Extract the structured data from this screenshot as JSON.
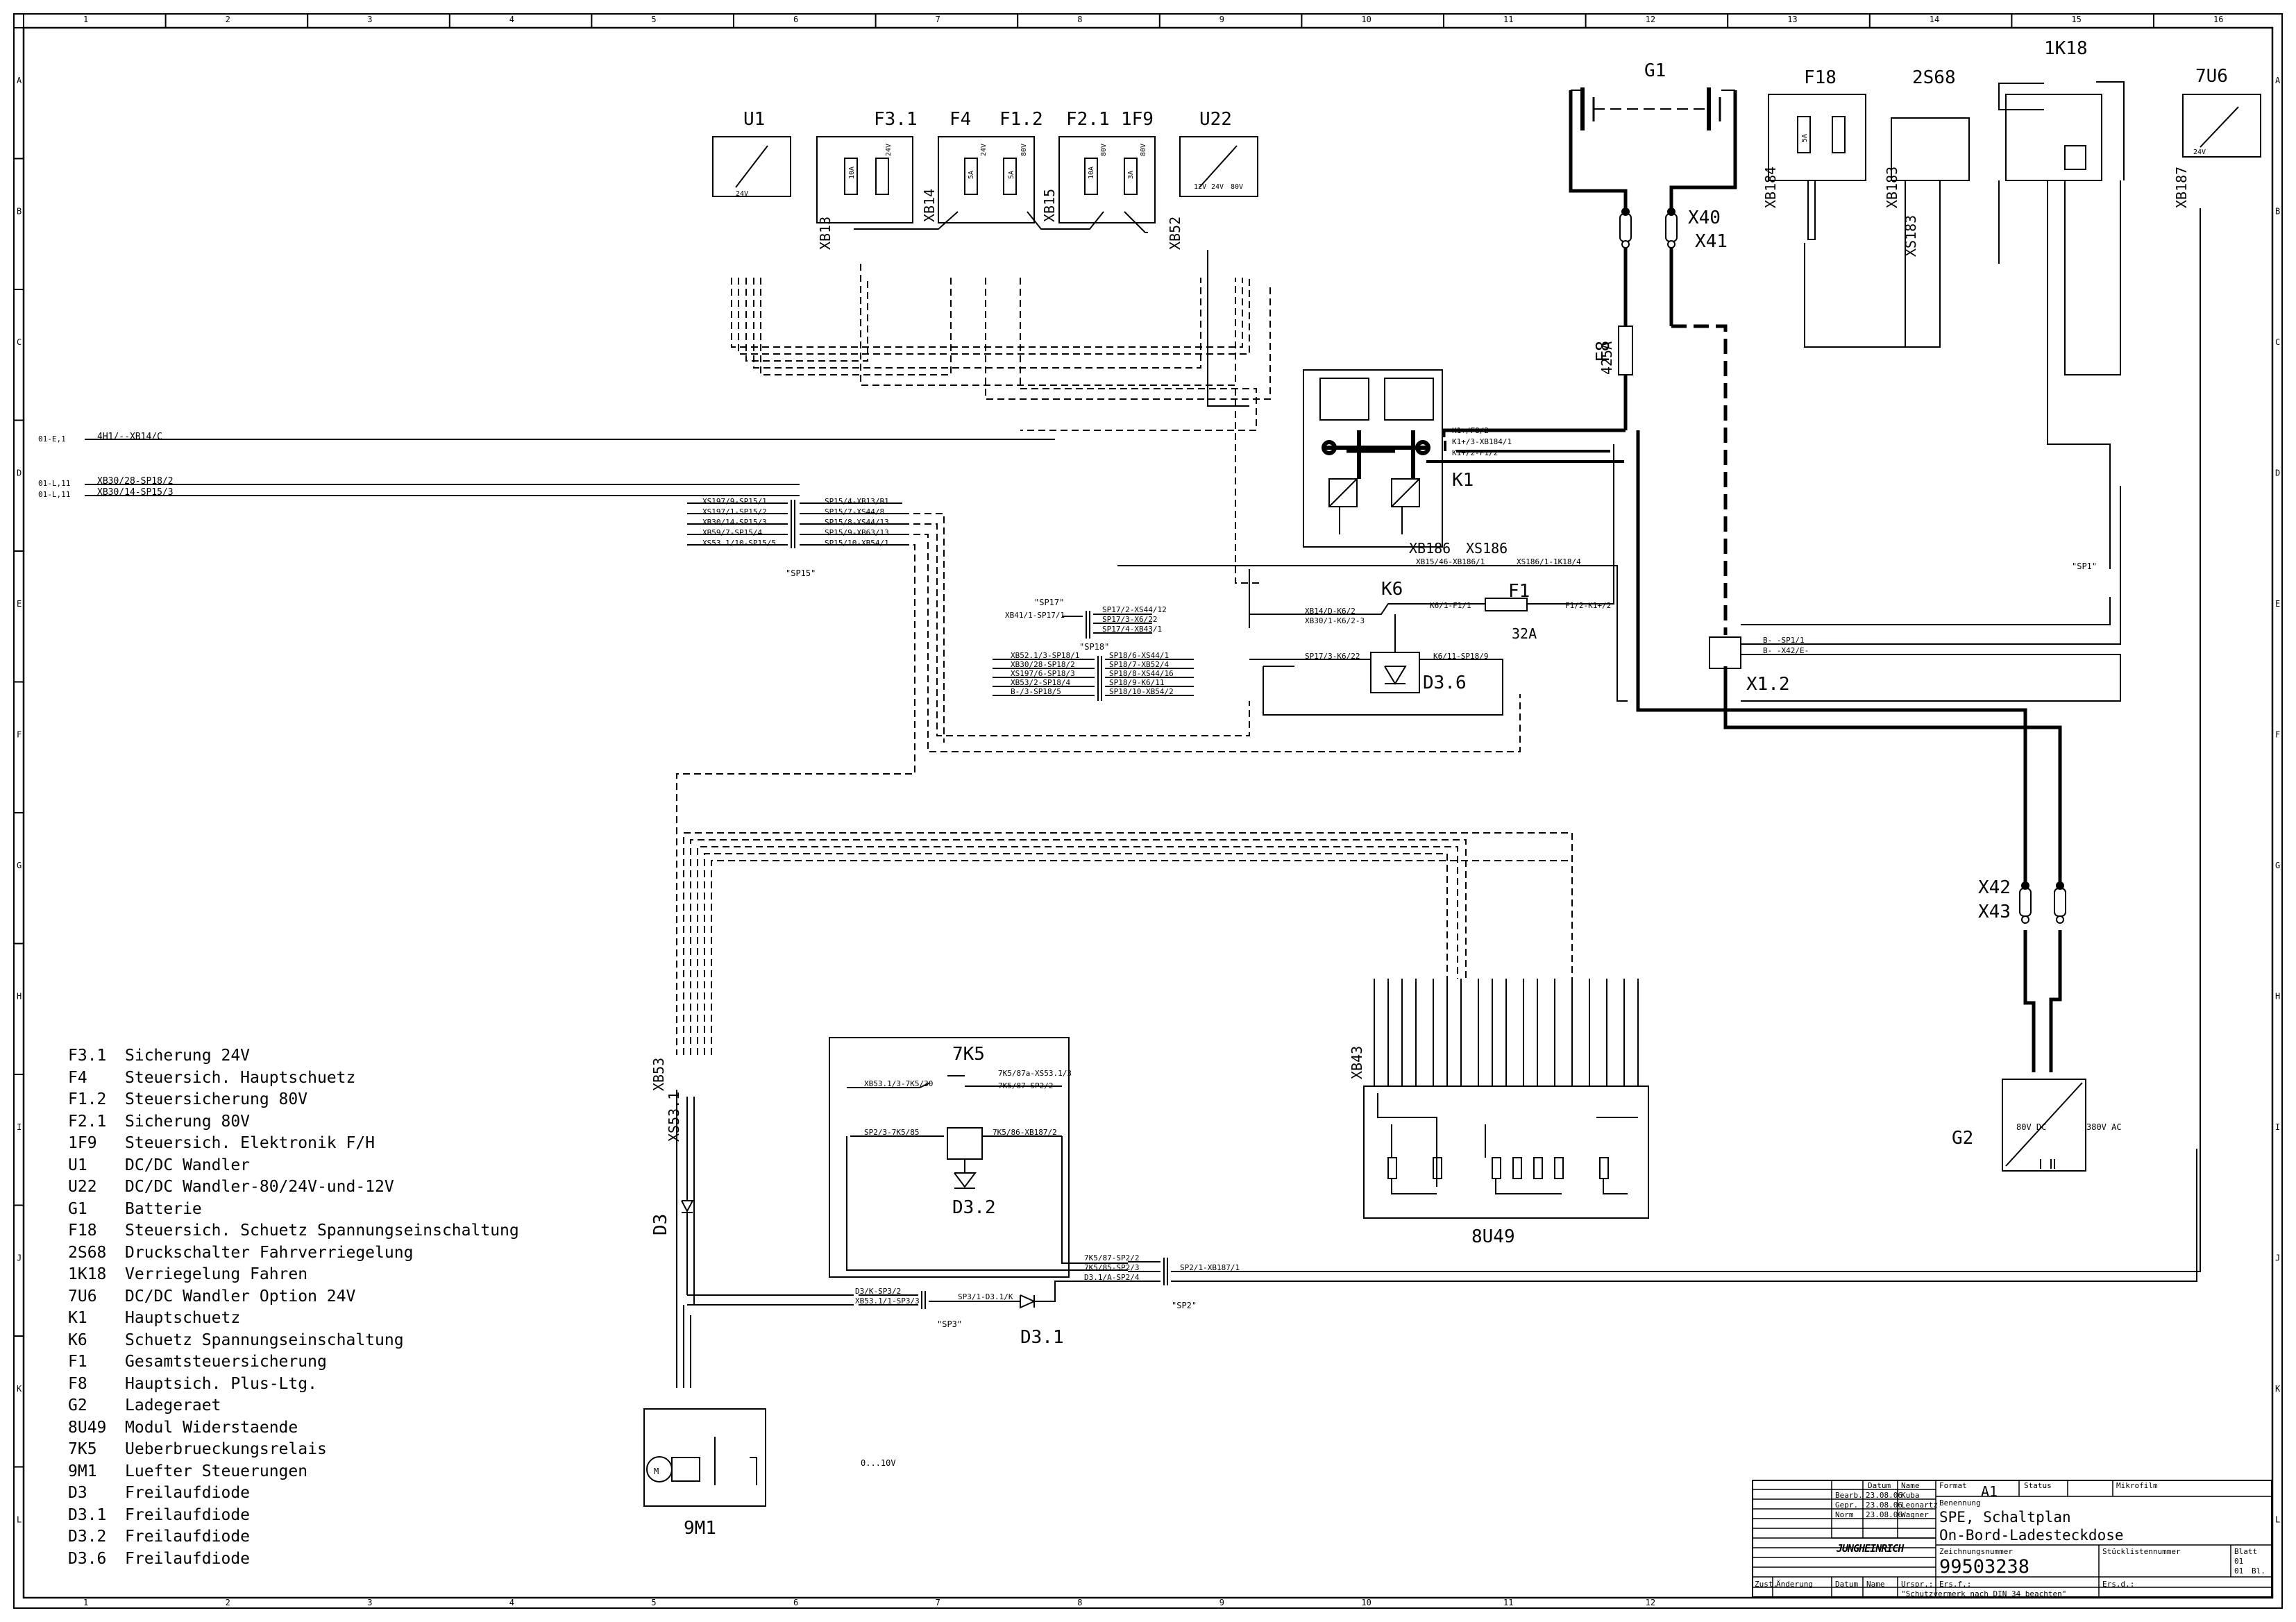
{
  "grid": {
    "columns": [
      "1",
      "2",
      "3",
      "4",
      "5",
      "6",
      "7",
      "8",
      "9",
      "10",
      "11",
      "12",
      "13",
      "14",
      "15",
      "16"
    ],
    "rows": [
      "A",
      "B",
      "C",
      "D",
      "E",
      "F",
      "G",
      "H",
      "I",
      "J",
      "K",
      "L"
    ]
  },
  "components": {
    "U1": "U1",
    "F3_1": "F3.1",
    "F4": "F4",
    "F1_2": "F1.2",
    "F2_1": "F2.1",
    "F1F9": "1F9",
    "U22": "U22",
    "G1": "G1",
    "F18": "F18",
    "S2S68": "2S68",
    "K1K18": "1K18",
    "U7U6": "7U6",
    "X40": "X40",
    "X41": "X41",
    "F8": "F8",
    "F8_rating": "425A",
    "K1": "K1",
    "K6": "K6",
    "F1": "F1",
    "F1_rating": "32A",
    "D3_6": "D3.6",
    "X1_2": "X1.2",
    "X42": "X42",
    "X43": "X43",
    "G2": "G2",
    "K7K5": "7K5",
    "D3_2": "D3.2",
    "D3": "D3",
    "D3_1": "D3.1",
    "U8U49": "8U49",
    "M9M1": "9M1",
    "XB186": "XB186",
    "XS186": "XS186",
    "XB53": "XB53",
    "XS53": "XS53.1",
    "XB43": "XB43",
    "SP15": "\"SP15\"",
    "SP17": "\"SP17\"",
    "SP18": "\"SP18\"",
    "SP1": "\"SP1\"",
    "SP2": "\"SP2\"",
    "SP3": "\"SP3\""
  },
  "fuse_ratings": {
    "F3_1": "10A",
    "F3_1_v": "24V",
    "F4": "5A",
    "F4_v": "24V",
    "F1_2": "5A",
    "F1_2_v": "80V",
    "F2_1": "10A",
    "F2_1_v": "80V",
    "F1F9": "3A",
    "F1F9_v": "80V",
    "F18": "5A",
    "U22_v1": "12V",
    "U22_v2": "24V",
    "U22_v3": "80V",
    "U1_v": "24V",
    "U7U6_v": "24V",
    "fan_range": "0...10V",
    "G2_dc": "80V DC",
    "G2_ac": "380V AC"
  },
  "connectors": {
    "XB13": "XB13",
    "XB14": "XB14",
    "XB15": "XB15",
    "XB52": "XB52",
    "XB184": "XB184",
    "XB183": "XB183",
    "XS183": "XS183",
    "XB187": "XB187"
  },
  "left_wires": [
    {
      "tag": "01-E,1",
      "label": "4H1/--XB14/C"
    },
    {
      "tag": "01-L,11",
      "label": "XB30/28-SP18/2"
    },
    {
      "tag": "01-L,11",
      "label": "XB30/14-SP15/3"
    }
  ],
  "sp15_left": [
    "XS197/9-SP15/1",
    "XS197/1-SP15/2",
    "XB30/14-SP15/3",
    "XB59/7-SP15/4",
    "XS53.1/10-SP15/5"
  ],
  "sp15_right": [
    "SP15/4-XB13/B1",
    "SP15/7-XS44/8",
    "SP15/8-XS44/13",
    "SP15/9-XB63/13",
    "SP15/10-XB54/1"
  ],
  "sp17_left": [
    "XB41/1-SP17/1"
  ],
  "sp17_right": [
    "SP17/2-XS44/12",
    "SP17/3-X6/22",
    "SP17/4-XB43/1"
  ],
  "sp18_left": [
    "XB52.1/3-SP18/1",
    "XB30/28-SP18/2",
    "XS197/6-SP18/3",
    "XB53/2-SP18/4",
    "B-/3-SP18/5"
  ],
  "sp18_right": [
    "SP18/6-XS44/1",
    "SP18/7-XB52/4",
    "SP18/8-XS44/16",
    "SP18/9-K6/11",
    "SP18/10-XB54/2"
  ],
  "k1_wires": [
    "K1+/F8/2",
    "K1+/3-XB184/1",
    "K1+/2-F1/2"
  ],
  "k6_wires": [
    "XB14/D-K6/2",
    "XB30/1-K6/2-3",
    "K6/1-F1/1",
    "F1/2-K1+/2",
    "SP17/3-K6/22",
    "K6/11-SP18/9"
  ],
  "xb186_wires": [
    "XB15/46-XB186/1",
    "XS186/1-1K18/4"
  ],
  "x12_wires": [
    "B- -SP1/1",
    "B- -X42/E-"
  ],
  "k7k5_wires": [
    "XB53.1/3-7K5/30",
    "7K5/87a-XS53.1/3",
    "7K5/87-SP2/2",
    "SP2/3-7K5/85",
    "7K5/86-XB187/2"
  ],
  "sp2_wires": [
    "7K5/87-SP2/2",
    "7K5/85-SP2/3",
    "D3.1/A-SP2/4",
    "SP2/1-XB187/1"
  ],
  "sp3_wires": [
    "D3/K-SP3/2",
    "XB53.1/1-SP3/3",
    "SP3/1-D3.1/K"
  ],
  "legend": [
    {
      "code": "F3.1",
      "text": "Sicherung 24V"
    },
    {
      "code": "F4",
      "text": "Steuersich. Hauptschuetz"
    },
    {
      "code": "F1.2",
      "text": "Steuersicherung 80V"
    },
    {
      "code": "F2.1",
      "text": "Sicherung 80V"
    },
    {
      "code": "1F9",
      "text": "Steuersich. Elektronik F/H"
    },
    {
      "code": "U1",
      "text": "DC/DC Wandler"
    },
    {
      "code": "U22",
      "text": "DC/DC Wandler-80/24V-und-12V"
    },
    {
      "code": "G1",
      "text": "Batterie"
    },
    {
      "code": "F18",
      "text": "Steuersich. Schuetz Spannungseinschaltung"
    },
    {
      "code": "2S68",
      "text": "Druckschalter Fahrverriegelung"
    },
    {
      "code": "1K18",
      "text": "Verriegelung Fahren"
    },
    {
      "code": "7U6",
      "text": "DC/DC Wandler Option 24V"
    },
    {
      "code": "K1",
      "text": "Hauptschuetz"
    },
    {
      "code": "K6",
      "text": "Schuetz Spannungseinschaltung"
    },
    {
      "code": "F1",
      "text": "Gesamtsteuersicherung"
    },
    {
      "code": "F8",
      "text": "Hauptsich. Plus-Ltg."
    },
    {
      "code": "G2",
      "text": "Ladegeraet"
    },
    {
      "code": "8U49",
      "text": "Modul Widerstaende"
    },
    {
      "code": "7K5",
      "text": "Ueberbrueckungsrelais"
    },
    {
      "code": "9M1",
      "text": "Luefter Steuerungen"
    },
    {
      "code": "D3",
      "text": "Freilaufdiode"
    },
    {
      "code": "D3.1",
      "text": "Freilaufdiode"
    },
    {
      "code": "D3.2",
      "text": "Freilaufdiode"
    },
    {
      "code": "D3.6",
      "text": "Freilaufdiode"
    }
  ],
  "title_block": {
    "datum_h": "Datum",
    "name_h": "Name",
    "format_h": "Format",
    "format": "A1",
    "status_h": "Status",
    "mikrofilm_h": "Mikrofilm",
    "bearb": "Bearb.",
    "bearb_date": "23.08.06",
    "bearb_name": "Kuba",
    "gepr": "Gepr.",
    "gepr_date": "23.08.06",
    "gepr_name": "Leonartz",
    "norm": "Norm",
    "norm_date": "23.08.06",
    "norm_name": "Wagner",
    "benennung_h": "Benennung",
    "title1": "SPE, Schaltplan",
    "title2": "On-Bord-Ladesteckdose",
    "zeichnungsnummer_h": "Zeichnungsnummer",
    "stueckliste_h": "Stücklistennummer",
    "blatt_h": "Blatt",
    "blatt1": "01",
    "blatt2": "01",
    "bl": "Bl.",
    "number": "99503238",
    "brand": "JUNGHEINRICH",
    "zust": "Zust.",
    "aenderung": "Änderung",
    "datum2": "Datum",
    "name2": "Name",
    "urspr": "Urspr.:",
    "ers_f": "Ers.f.:",
    "ers_d": "Ers.d.:",
    "footnote": "\"Schutzvermerk nach DIN 34 beachten\""
  }
}
